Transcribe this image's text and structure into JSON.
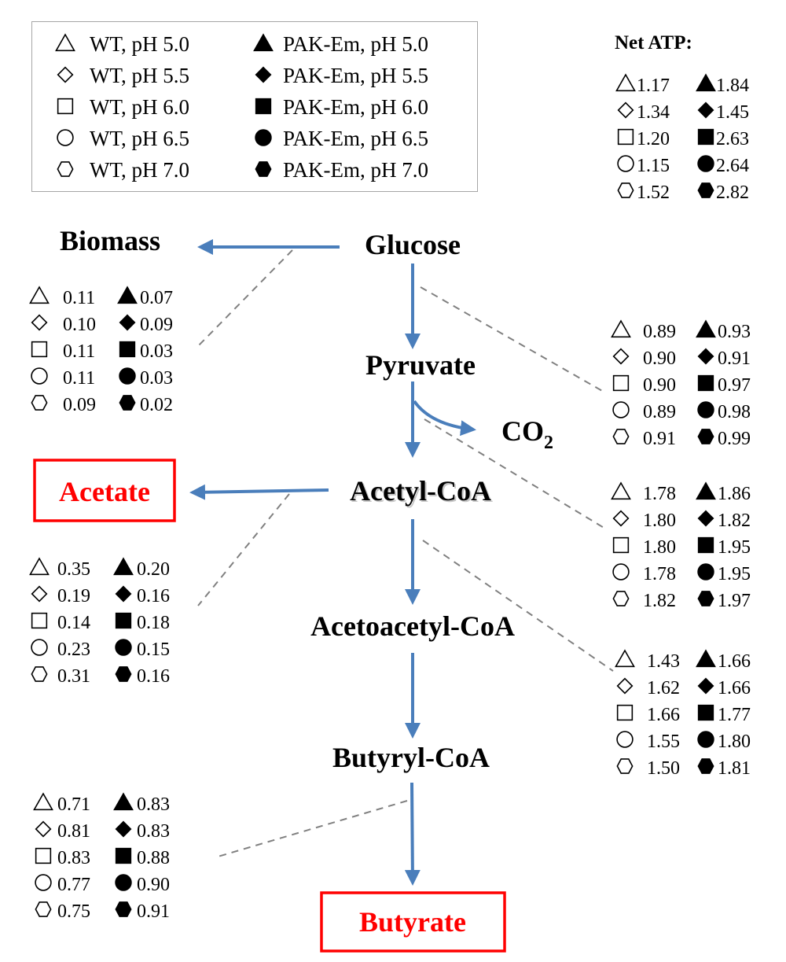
{
  "legend": {
    "items": [
      {
        "symbol": "triangle",
        "filled": false,
        "label": "WT, pH 5.0"
      },
      {
        "symbol": "diamond",
        "filled": false,
        "label": "WT, pH 5.5"
      },
      {
        "symbol": "square",
        "filled": false,
        "label": "WT, pH 6.0"
      },
      {
        "symbol": "circle",
        "filled": false,
        "label": "WT, pH 6.5"
      },
      {
        "symbol": "hexagon",
        "filled": false,
        "label": "WT, pH 7.0"
      },
      {
        "symbol": "triangle",
        "filled": true,
        "label": "PAK-Em, pH 5.0"
      },
      {
        "symbol": "diamond",
        "filled": true,
        "label": "PAK-Em, pH 5.5"
      },
      {
        "symbol": "square",
        "filled": true,
        "label": "PAK-Em, pH 6.0"
      },
      {
        "symbol": "circle",
        "filled": true,
        "label": "PAK-Em, pH 6.5"
      },
      {
        "symbol": "hexagon",
        "filled": true,
        "label": "PAK-Em, pH 7.0"
      }
    ]
  },
  "colors": {
    "flow_arrow": "#4a7ebb",
    "product_text": "#ff0000",
    "product_border": "#ff0000",
    "dashed_connector": "#808080",
    "legend_border": "#a6a6a6"
  },
  "nodes": {
    "glucose": "Glucose",
    "biomass": "Biomass",
    "pyruvate": "Pyruvate",
    "co2": "CO",
    "co2_sub": "2",
    "acetyl_coa": "Acetyl-CoA",
    "acetate": "Acetate",
    "acetoacetyl_coa": "Acetoacetyl-CoA",
    "butyryl_coa": "Butyryl-CoA",
    "butyrate": "Butyrate"
  },
  "symbols_order": [
    "triangle",
    "diamond",
    "square",
    "circle",
    "hexagon"
  ],
  "value_tables": {
    "net_atp": {
      "title": "Net ATP:",
      "wt": [
        "1.17",
        "1.34",
        "1.20",
        "1.15",
        "1.52"
      ],
      "pak_em": [
        "1.84",
        "1.45",
        "2.63",
        "2.64",
        "2.82"
      ]
    },
    "biomass": {
      "wt": [
        "0.11",
        "0.10",
        "0.11",
        "0.11",
        "0.09"
      ],
      "pak_em": [
        "0.07",
        "0.09",
        "0.03",
        "0.03",
        "0.02"
      ]
    },
    "glucose_to_pyruvate": {
      "wt": [
        "0.89",
        "0.90",
        "0.90",
        "0.89",
        "0.91"
      ],
      "pak_em": [
        "0.93",
        "0.91",
        "0.97",
        "0.98",
        "0.99"
      ]
    },
    "pyruvate_to_acetyl_coa": {
      "wt": [
        "1.78",
        "1.80",
        "1.80",
        "1.78",
        "1.82"
      ],
      "pak_em": [
        "1.86",
        "1.82",
        "1.95",
        "1.95",
        "1.97"
      ]
    },
    "acetate": {
      "wt": [
        "0.35",
        "0.19",
        "0.14",
        "0.23",
        "0.31"
      ],
      "pak_em": [
        "0.20",
        "0.16",
        "0.18",
        "0.15",
        "0.16"
      ]
    },
    "acetyl_coa_to_acetoacetyl_coa": {
      "wt": [
        "1.43",
        "1.62",
        "1.66",
        "1.55",
        "1.50"
      ],
      "pak_em": [
        "1.66",
        "1.66",
        "1.77",
        "1.80",
        "1.81"
      ]
    },
    "butyrate": {
      "wt": [
        "0.71",
        "0.81",
        "0.83",
        "0.77",
        "0.75"
      ],
      "pak_em": [
        "0.83",
        "0.83",
        "0.88",
        "0.90",
        "0.91"
      ]
    }
  }
}
